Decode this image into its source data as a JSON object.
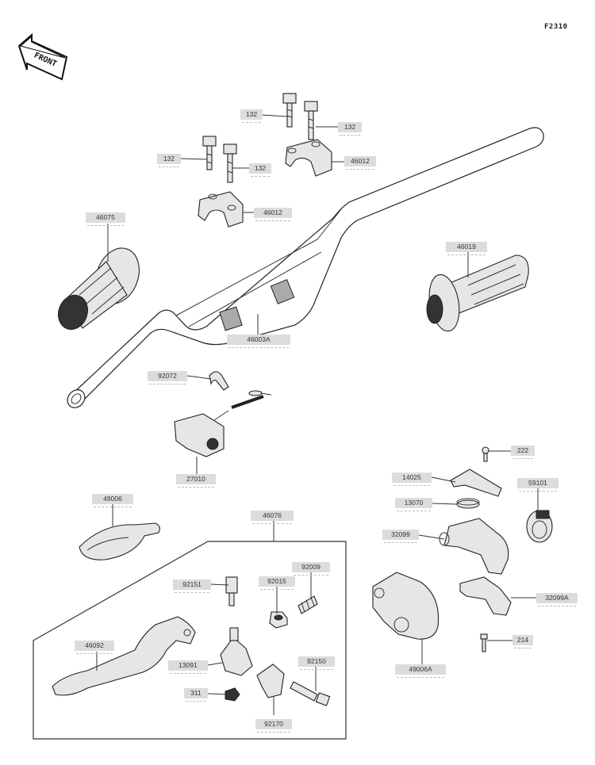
{
  "figure_code": "F2310",
  "front_marker": "FRONT",
  "parts": {
    "p132a": "132",
    "p132b": "132",
    "p132c": "132",
    "p132d": "132",
    "p46012a": "46012",
    "p46012b": "46012",
    "p46075": "46075",
    "p46019": "46019",
    "p46003A": "46003A",
    "p92072": "92072",
    "p27010": "27010",
    "p49006": "49006",
    "p46076": "46076",
    "p222": "222",
    "p14025": "14025",
    "p59101": "59101",
    "p13070": "13070",
    "p32099": "32099",
    "p32099A": "32099A",
    "p214": "214",
    "p49006A": "49006A",
    "p92151": "92151",
    "p92009": "92009",
    "p92015": "92015",
    "p46092": "46092",
    "p13091": "13091",
    "p92150": "92150",
    "p311": "311",
    "p92170": "92170"
  }
}
